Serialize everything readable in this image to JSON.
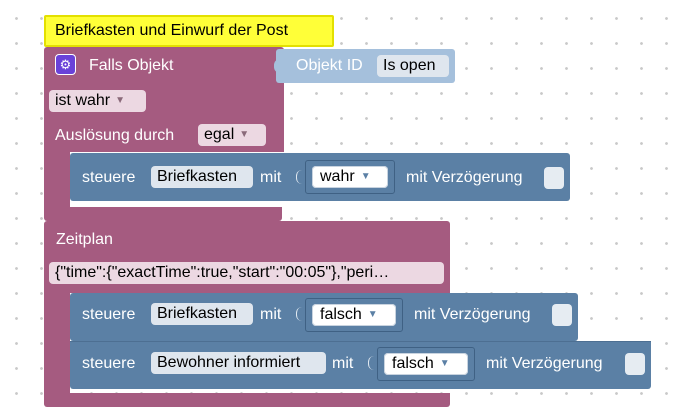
{
  "comment": {
    "text": "Briefkasten und Einwurf der Post"
  },
  "trigger_block": {
    "label": "Falls Objekt",
    "object_id_label": "Objekt ID",
    "object_id_value": "Is open",
    "condition_value": "ist wahr",
    "trigger_label": "Auslösung durch",
    "trigger_value": "egal",
    "statement": {
      "label": "steuere",
      "target": "Briefkasten",
      "with_label": "mit",
      "value": "wahr",
      "delay_label": "mit Verzögerung"
    }
  },
  "schedule_block": {
    "label": "Zeitplan",
    "schedule_value": "{\"time\":{\"exactTime\":true,\"start\":\"00:05\"},\"peri…",
    "statements": [
      {
        "label": "steuere",
        "target": "Briefkasten",
        "with_label": "mit",
        "value": "falsch",
        "delay_label": "mit Verzögerung"
      },
      {
        "label": "steuere",
        "target": "Bewohner informiert",
        "with_label": "mit",
        "value": "falsch",
        "delay_label": "mit Verzögerung"
      }
    ]
  },
  "colors": {
    "event_block": "#a55b80",
    "action_block": "#5b80a5",
    "comment": "#ffff38",
    "gear": "#6a42d9"
  },
  "icons": {
    "settings": "gear-icon",
    "dropdown": "dropdown-arrow-icon"
  }
}
